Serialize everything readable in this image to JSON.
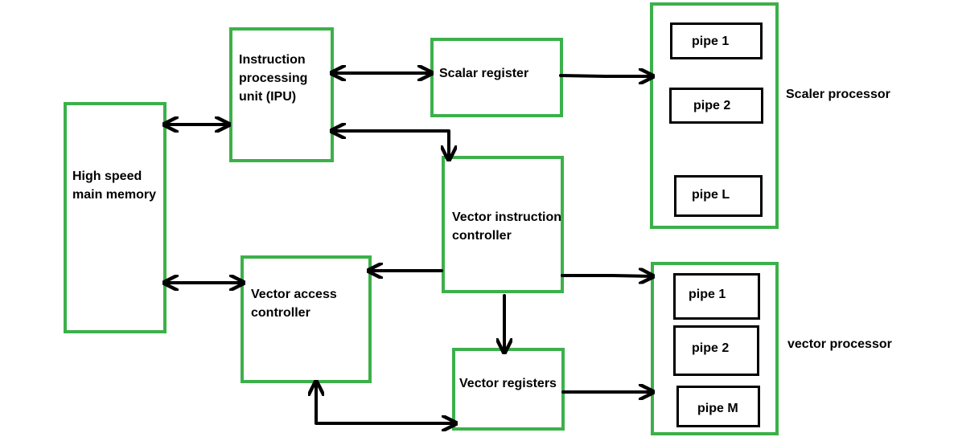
{
  "colors": {
    "box_border": "#3cb04a",
    "arrow": "#000000",
    "pipe_border": "#000000"
  },
  "blocks": {
    "memory": [
      "High speed",
      "main memory"
    ],
    "ipu": [
      "Instruction",
      "processing",
      "unit (IPU)"
    ],
    "scalar_register": "Scalar register",
    "vector_instruction_controller": [
      "Vector instruction",
      "controller"
    ],
    "vector_access_controller": [
      "Vector access",
      "controller"
    ],
    "vector_registers": "Vector registers"
  },
  "scalar_processor": {
    "label": "Scaler processor",
    "pipes": [
      "pipe 1",
      "pipe 2",
      "pipe L"
    ]
  },
  "vector_processor": {
    "label": "vector processor",
    "pipes": [
      "pipe 1",
      "pipe 2",
      "pipe M"
    ]
  }
}
